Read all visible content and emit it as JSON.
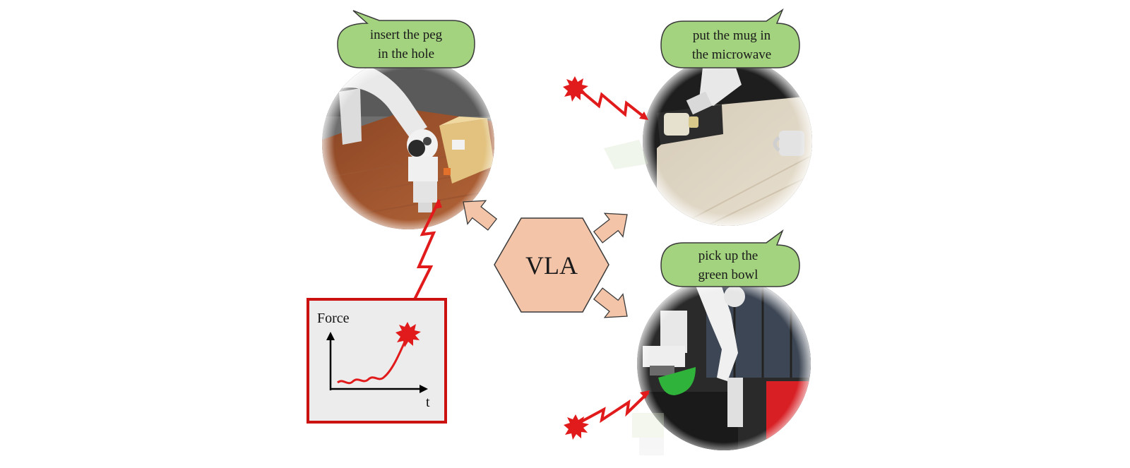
{
  "center_label": "VLA",
  "tasks": [
    {
      "line1": "insert the peg",
      "line2": "in the hole"
    },
    {
      "line1": "put the mug in",
      "line2": "the microwave"
    },
    {
      "line1": "pick up the",
      "line2": "green bowl"
    }
  ],
  "force_plot": {
    "y_label": "Force",
    "x_label": "t"
  },
  "colors": {
    "bubble_fill": "#a3d37f",
    "bubble_stroke": "#3a3a3a",
    "hexagon_fill": "#f4c4a8",
    "arrow_fill": "#f4c4a8",
    "lightning": "#e11b1b",
    "plot_frame": "#cc1111",
    "plot_background": "#ececec"
  }
}
